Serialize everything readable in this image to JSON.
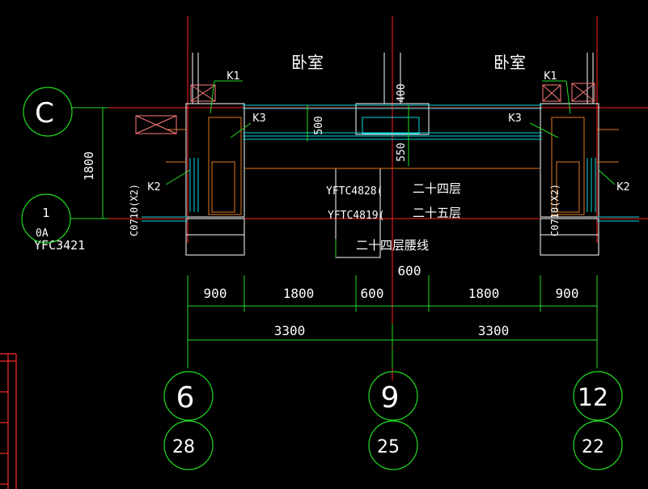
{
  "colors": {
    "background": "#000000",
    "axis_red": "#ff2020",
    "dim_green": "#22dd22",
    "wall_white": "#ffffff",
    "window_cyan": "#00d8e0",
    "text_white": "#ffffff",
    "accent_orange": "#e07a20",
    "pink_hatch": "#ff7a7a"
  },
  "rooms": {
    "left": "卧室",
    "right": "卧室"
  },
  "components": {
    "k1_left": "K1",
    "k1_right": "K1",
    "k2_left": "K2",
    "k2_right": "K2",
    "k3_left": "K3",
    "k3_right": "K3",
    "c0710_left": "C0710(X2)",
    "c0710_right": "C0710(X2)",
    "yftc4828": "YFTC4828(",
    "yftc4819": "YFTC4819(",
    "yfc3421": "YFC3421",
    "label_0a": "0A"
  },
  "floors": {
    "floor24": "二十四层",
    "floor25": "二十五层",
    "waistline": "二十四层腰线"
  },
  "vertical_dims": {
    "d1800": "1800",
    "d500": "500",
    "d400": "400",
    "d550": "550"
  },
  "horizontal_dims": {
    "row1": [
      "900",
      "1800",
      "600",
      "1800",
      "900"
    ],
    "row2": [
      "3300",
      "3300"
    ],
    "center_600": "600"
  },
  "axis_bubbles": {
    "c": "C",
    "one": "1",
    "top": [
      "6",
      "9",
      "12"
    ],
    "bottom": [
      "28",
      "25",
      "22"
    ]
  }
}
